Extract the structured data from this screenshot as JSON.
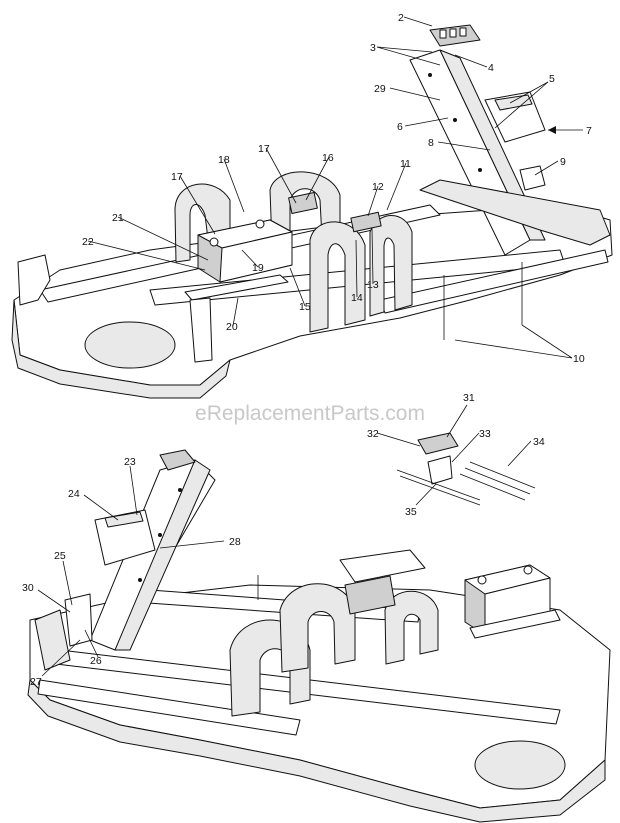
{
  "watermark": "eReplacementParts.com",
  "upper_callouts": [
    "2",
    "3",
    "4",
    "5",
    "29",
    "6",
    "7",
    "8",
    "9",
    "17",
    "18",
    "16",
    "11",
    "12",
    "21",
    "22",
    "19",
    "14",
    "13",
    "15",
    "20",
    "10"
  ],
  "lower_callouts": [
    "31",
    "32",
    "33",
    "34",
    "35",
    "23",
    "24",
    "28",
    "25",
    "30",
    "26",
    "27"
  ],
  "icons": {
    "frame": "mower-frame-assembly",
    "battery": "battery",
    "tray": "battery-tray",
    "console": "console-bracket",
    "cable_ties": "cable-tie"
  }
}
